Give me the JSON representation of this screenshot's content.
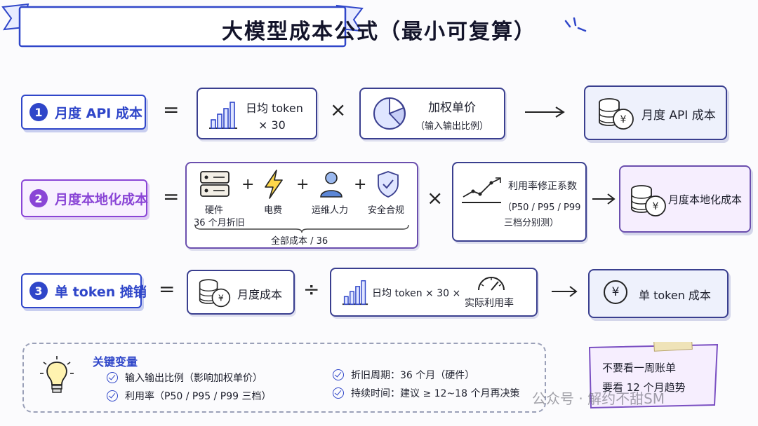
{
  "title": "大模型成本公式（最小可复算）",
  "row1": {
    "label": "月度 API 成本",
    "num": "1",
    "eq": "=",
    "factor1_line1": "日均 token",
    "factor1_line2": "× 30",
    "times": "×",
    "factor2_line1": "加权单价",
    "factor2_line2": "（输入输出比例）",
    "result": "月度 API 成本"
  },
  "row2": {
    "label": "月度本地化成本",
    "num": "2",
    "eq": "=",
    "items": [
      {
        "label": "硬件",
        "sub": "36 个月折旧"
      },
      {
        "label": "电费",
        "sub": ""
      },
      {
        "label": "运维人力",
        "sub": ""
      },
      {
        "label": "安全合规",
        "sub": ""
      }
    ],
    "plus": "+",
    "total": "全部成本 / 36",
    "times": "×",
    "factor_line1": "利用率修正系数",
    "factor_line2": "（P50 / P95 / P99",
    "factor_line3": "三档分别测）",
    "result": "月度本地化成本"
  },
  "row3": {
    "label": "单 token 摊销",
    "num": "3",
    "eq": "=",
    "dividend": "月度成本",
    "divide": "÷",
    "divisor_part1": "日均 token × 30 ×",
    "divisor_part2": "实际利用率",
    "result": "单 token 成本",
    "yen": "¥"
  },
  "vars": {
    "title": "关键变量",
    "items": [
      "输入输出比例（影响加权单价）",
      "利用率（P50 / P95 / P99 三档）",
      "折旧周期：36 个月（硬件）",
      "持续时间：建议 ≥ 12~18 个月再决策"
    ]
  },
  "note": {
    "line1": "不要看一周账单",
    "line2": "要看 12 个月趋势"
  },
  "watermark": "公众号 · 解约不甜SM",
  "colors": {
    "blue": "#2f46c9",
    "purple": "#8a45d6",
    "ink": "#3a3f8f"
  }
}
